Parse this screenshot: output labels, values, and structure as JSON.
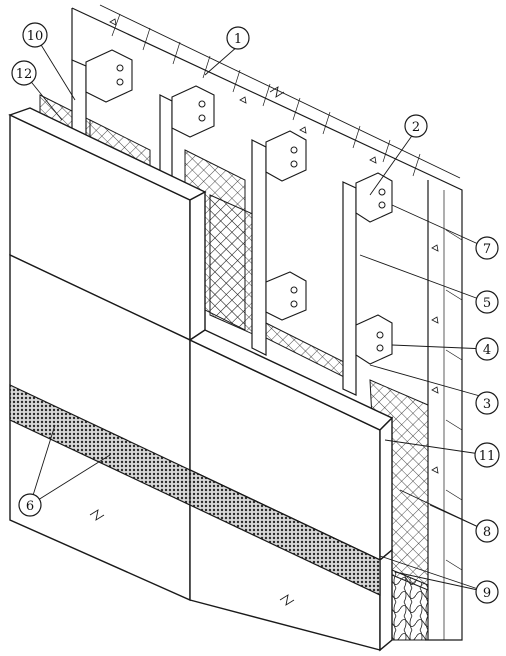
{
  "callouts": [
    {
      "id": "c1",
      "label": "1"
    },
    {
      "id": "c2",
      "label": "2"
    },
    {
      "id": "c3",
      "label": "3"
    },
    {
      "id": "c4",
      "label": "4"
    },
    {
      "id": "c5",
      "label": "5"
    },
    {
      "id": "c6",
      "label": "6"
    },
    {
      "id": "c7",
      "label": "7"
    },
    {
      "id": "c8",
      "label": "8"
    },
    {
      "id": "c9",
      "label": "9"
    },
    {
      "id": "c10",
      "label": "10"
    },
    {
      "id": "c11",
      "label": "11"
    },
    {
      "id": "c12",
      "label": "12"
    }
  ],
  "colors": {
    "ink": "#1a1a1a",
    "background": "#ffffff",
    "mesh_band": "#4a4a4a"
  }
}
